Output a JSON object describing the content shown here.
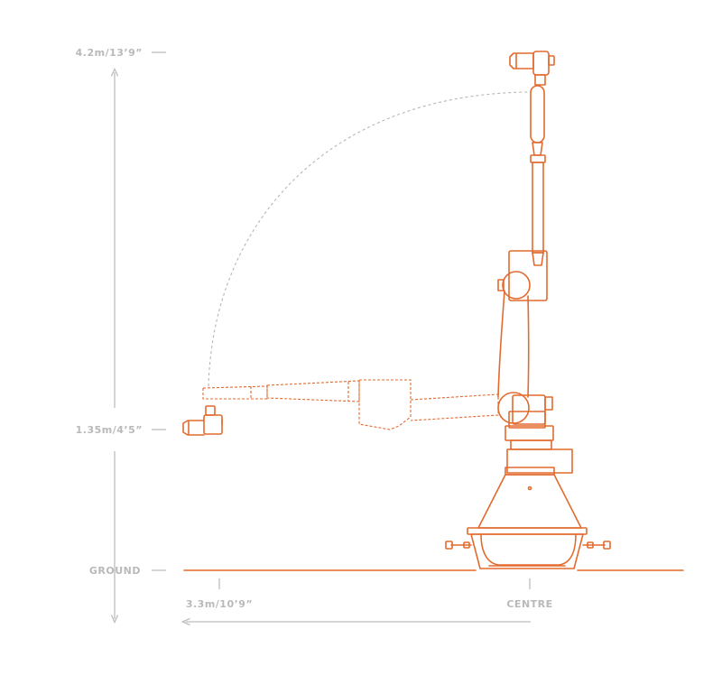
{
  "labels": {
    "max_height": "4.2m/13’9”",
    "mid_height": "1.35m/4’5”",
    "ground": "GROUND",
    "reach": "3.3m/10’9”",
    "centre": "CENTRE"
  },
  "colors": {
    "crane": "#e36a2f",
    "dimension": "#bdbdbd",
    "label": "#b9b9b9"
  }
}
